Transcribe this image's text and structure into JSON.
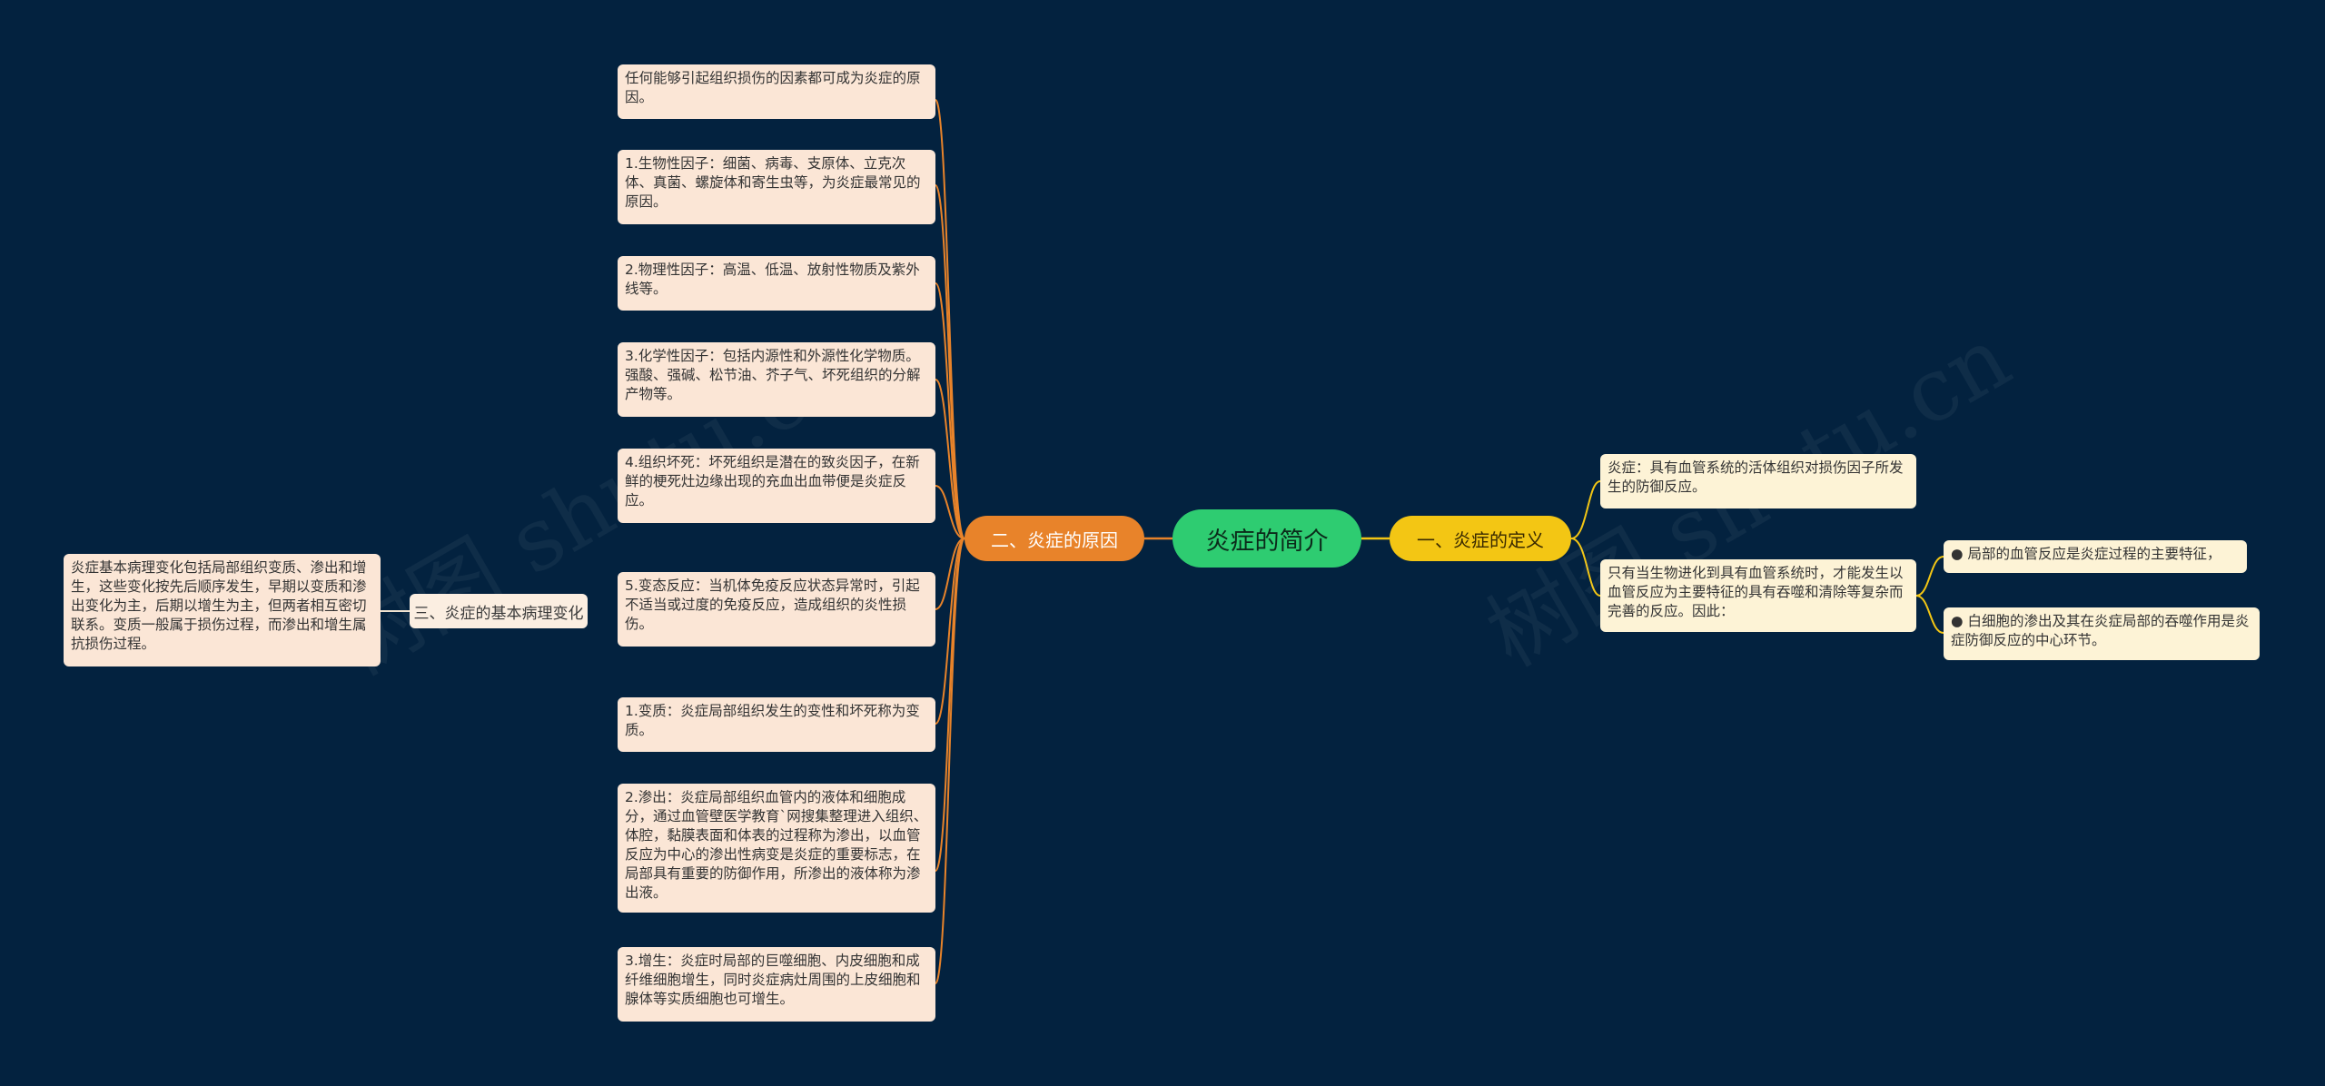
{
  "center": "炎症的简介",
  "branches": {
    "definition": "一、炎症的定义",
    "causes": "二、炎症的原因",
    "changes": "三、炎症的基本病理变化"
  },
  "definition_leaves": {
    "d1": "炎症：具有血管系统的活体组织对损伤因子所发生的防御反应。",
    "d2": "只有当生物进化到具有血管系统时，才能发生以血管反应为主要特征的具有吞噬和清除等复杂而完善的反应。因此：",
    "d2a": "● 局部的血管反应是炎症过程的主要特征，",
    "d2b": "● 白细胞的渗出及其在炎症局部的吞噬作用是炎症防御反应的中心环节。"
  },
  "cause_leaves": [
    "任何能够引起组织损伤的因素都可成为炎症的原因。",
    "1.生物性因子：细菌、病毒、支原体、立克次体、真菌、螺旋体和寄生虫等，为炎症最常见的原因。",
    "2.物理性因子：高温、低温、放射性物质及紫外线等。",
    "3.化学性因子：包括内源性和外源性化学物质。强酸、强碱、松节油、芥子气、坏死组织的分解产物等。",
    "4.组织坏死：坏死组织是潜在的致炎因子，在新鲜的梗死灶边缘出现的充血出血带便是炎症反应。",
    "5.变态反应：当机体免疫反应状态异常时，引起不适当或过度的免疫反应，造成组织的炎性损伤。",
    "1.变质：炎症局部组织发生的变性和坏死称为变质。",
    "2.渗出：炎症局部组织血管内的液体和细胞成分，通过血管壁医学教育`网搜集整理进入组织、体腔，黏膜表面和体表的过程称为渗出，以血管反应为中心的渗出性病变是炎症的重要标志，在局部具有重要的防御作用，所渗出的液体称为渗出液。",
    "3.增生：炎症时局部的巨噬细胞、内皮细胞和成纤维细胞增生，同时炎症病灶周围的上皮细胞和腺体等实质细胞也可增生。"
  ],
  "change_leaf": "炎症基本病理变化包括局部组织变质、渗出和增生，这些变化按先后顺序发生，早期以变质和渗出变化为主，后期以增生为主，但两者相互密切联系。变质一般属于损伤过程，而渗出和增生属抗损伤过程。",
  "watermark": "树图 shutu.cn",
  "colors": {
    "background": "#03223f",
    "center": "#2ecc71",
    "causes": "#e8832a",
    "definition": "#f3c614",
    "changes_line": "#f0e2cf"
  }
}
